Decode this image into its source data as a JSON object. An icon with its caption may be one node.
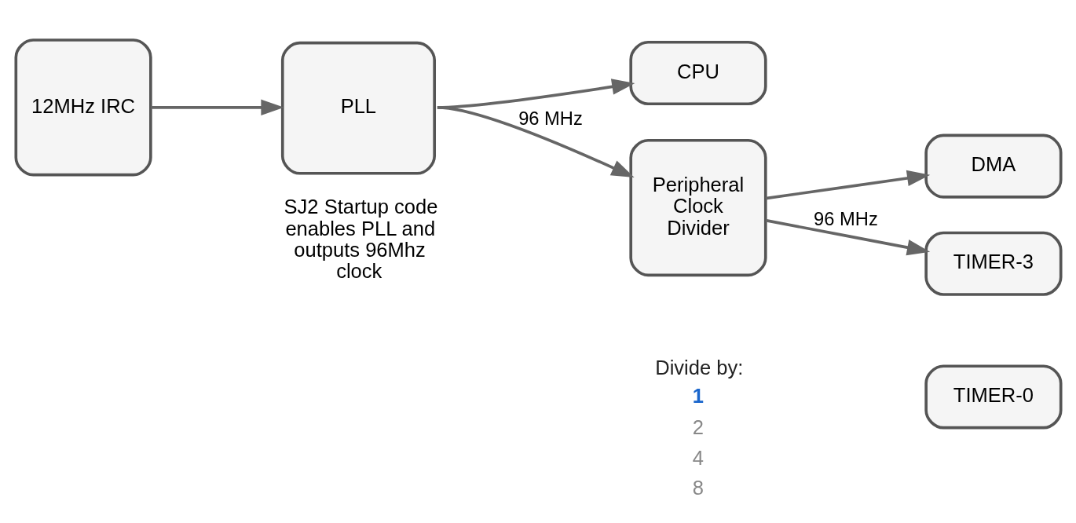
{
  "diagram": {
    "nodes": [
      {
        "text": [
          "12MHz IRC"
        ]
      },
      {
        "text": [
          "PLL"
        ],
        "beside": [
          "SJ2 Startup code enables PLL and outputs 96Mhz clock"
        ]
      },
      {
        "text": [
          "CPU"
        ]
      },
      {
        "text": [
          "Peripheral Clock Divider"
        ]
      },
      {
        "text": [
          "DMA"
        ]
      },
      {
        "text": [
          "TIMER-0"
        ]
      },
      {
        "text": [
          "TIMER-3"
        ]
      }
    ],
    "edges": [
      {
        "from": 0,
        "to": 1,
        "arrow": "to"
      },
      {
        "from": 1,
        "to": 2,
        "arrow": "to"
      },
      {
        "from": 1,
        "to": 3,
        "arrow": "to",
        "label": "96 MHz"
      },
      {
        "from": 3,
        "to": 4,
        "arrow": "to"
      },
      {
        "from": 3,
        "to": 6,
        "arrow": "to",
        "label": "96 MHz"
      }
    ],
    "labels": [
      "Divide by:",
      "1",
      "2",
      "4",
      "8"
    ]
  }
}
